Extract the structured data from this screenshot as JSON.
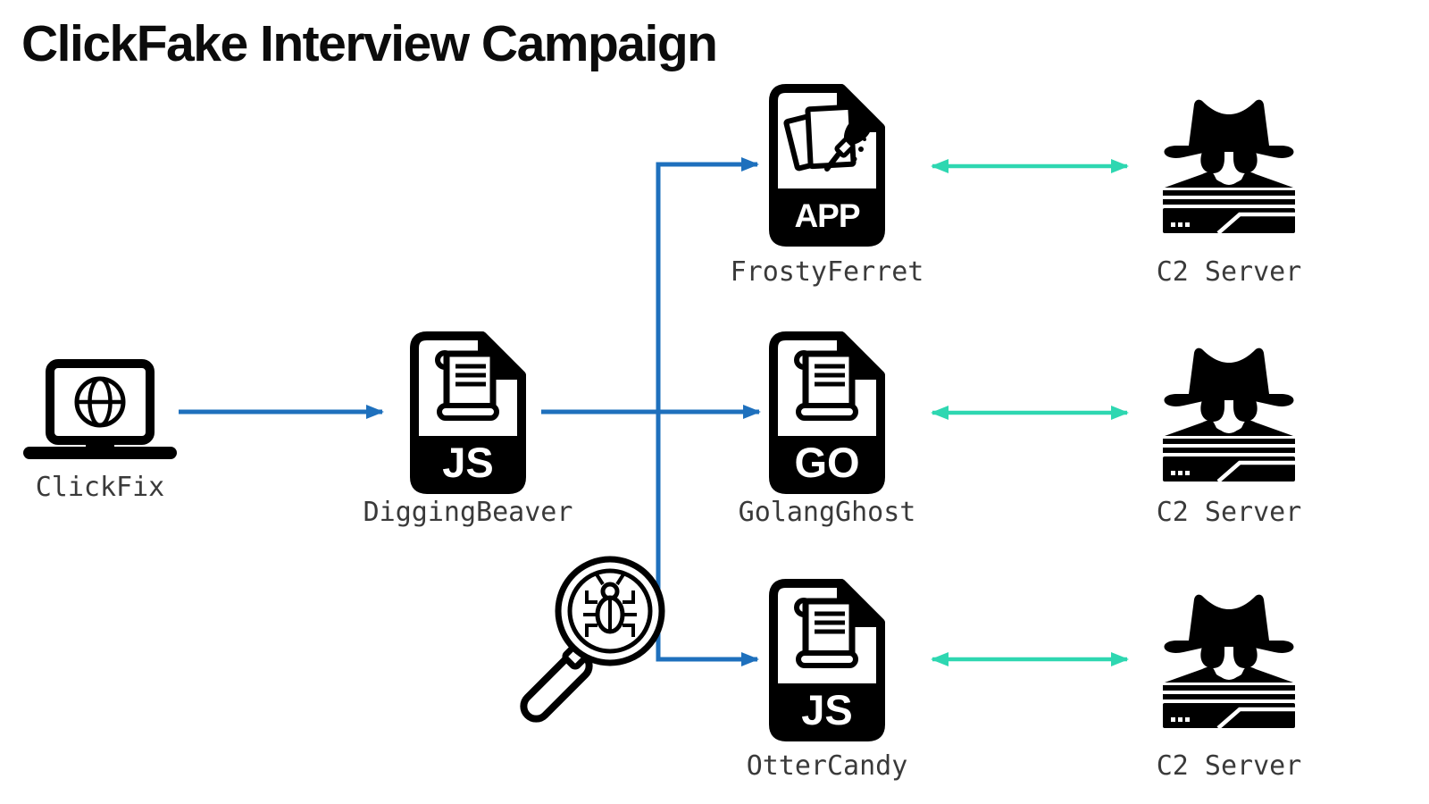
{
  "title": "ClickFake Interview Campaign",
  "colors": {
    "arrow_blue": "#1e70bd",
    "arrow_teal": "#2ed7b1",
    "icon_ink": "#000000",
    "label_text": "#3a3a3a"
  },
  "nodes": {
    "clickfix": {
      "label": "ClickFix",
      "icon": "laptop-globe-icon"
    },
    "diggingbeaver": {
      "label": "DiggingBeaver",
      "file_type": "JS",
      "icon": "file-js-icon"
    },
    "frostyferret": {
      "label": "FrostyFerret",
      "file_type": "APP",
      "icon": "file-app-icon"
    },
    "golangghost": {
      "label": "GolangGhost",
      "file_type": "GO",
      "icon": "file-go-icon"
    },
    "ottercandy": {
      "label": "OtterCandy",
      "file_type": "JS",
      "icon": "file-js-icon"
    },
    "c2_top": {
      "label": "C2 Server",
      "icon": "spy-server-icon"
    },
    "c2_middle": {
      "label": "C2 Server",
      "icon": "spy-server-icon"
    },
    "c2_bottom": {
      "label": "C2 Server",
      "icon": "spy-server-icon"
    }
  },
  "annotations": {
    "magnifier": "malware-analysis-magnifier-bug-icon"
  },
  "edges": [
    {
      "from": "ClickFix",
      "to": "DiggingBeaver",
      "style": "one-way",
      "color": "blue"
    },
    {
      "from": "DiggingBeaver",
      "to": "FrostyFerret",
      "style": "one-way",
      "color": "blue"
    },
    {
      "from": "DiggingBeaver",
      "to": "GolangGhost",
      "style": "one-way",
      "color": "blue"
    },
    {
      "from": "DiggingBeaver",
      "to": "OtterCandy",
      "style": "one-way",
      "color": "blue"
    },
    {
      "from": "FrostyFerret",
      "to": "C2 Server",
      "style": "two-way",
      "color": "teal"
    },
    {
      "from": "GolangGhost",
      "to": "C2 Server",
      "style": "two-way",
      "color": "teal"
    },
    {
      "from": "OtterCandy",
      "to": "C2 Server",
      "style": "two-way",
      "color": "teal"
    }
  ]
}
